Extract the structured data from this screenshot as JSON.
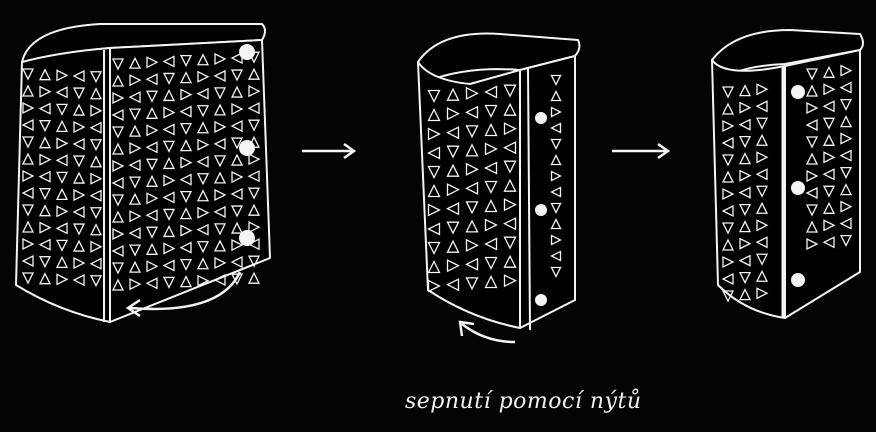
{
  "caption": "sepnutí pomocí nýtů",
  "steps": [
    {
      "name": "open-cuff",
      "rivets": 3
    },
    {
      "name": "overlapping-cuff",
      "rivets": 3
    },
    {
      "name": "riveted-cuff",
      "rivets": 3
    }
  ],
  "colors": {
    "background": "#040404",
    "stroke": "#f4f4f4",
    "fill": "#000000"
  },
  "icons": [
    "arrow-right-icon",
    "arrow-right-icon",
    "curved-arrow-icon",
    "curved-arrow-icon"
  ]
}
